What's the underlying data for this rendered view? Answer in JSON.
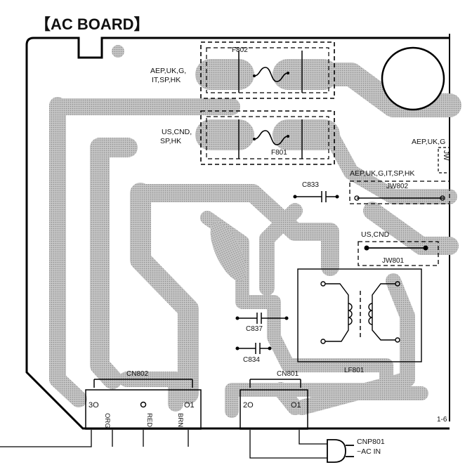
{
  "title": "【AC BOARD】",
  "fuses": {
    "top": {
      "ref": "F802",
      "label_lines": [
        "AEP,UK,G,",
        "IT,SP,HK"
      ]
    },
    "bottom": {
      "ref": "F801",
      "label_lines": [
        "US,CND,",
        "SP,HK"
      ]
    }
  },
  "edge_label": "AEP,UK,G",
  "edge_ref": "JW",
  "capacitors": {
    "c833": "C833",
    "c837": "C837",
    "c834": "C834"
  },
  "jumpers": {
    "jw802": {
      "ref": "JW802",
      "label": "AEP,UK,G,IT,SP,HK"
    },
    "jw801": {
      "ref": "JW801",
      "label": "US,CND"
    }
  },
  "filter": {
    "ref": "LF801"
  },
  "connectors": {
    "cn802": {
      "ref": "CN802",
      "pins": [
        "3O",
        "O1"
      ],
      "wires": [
        "ORG",
        "RED",
        "BRN"
      ]
    },
    "cn801": {
      "ref": "CN801",
      "pins": [
        "2O",
        "O1"
      ]
    }
  },
  "plug": {
    "ref": "CNP801",
    "label": "~AC IN"
  },
  "page_ref": "1-6"
}
